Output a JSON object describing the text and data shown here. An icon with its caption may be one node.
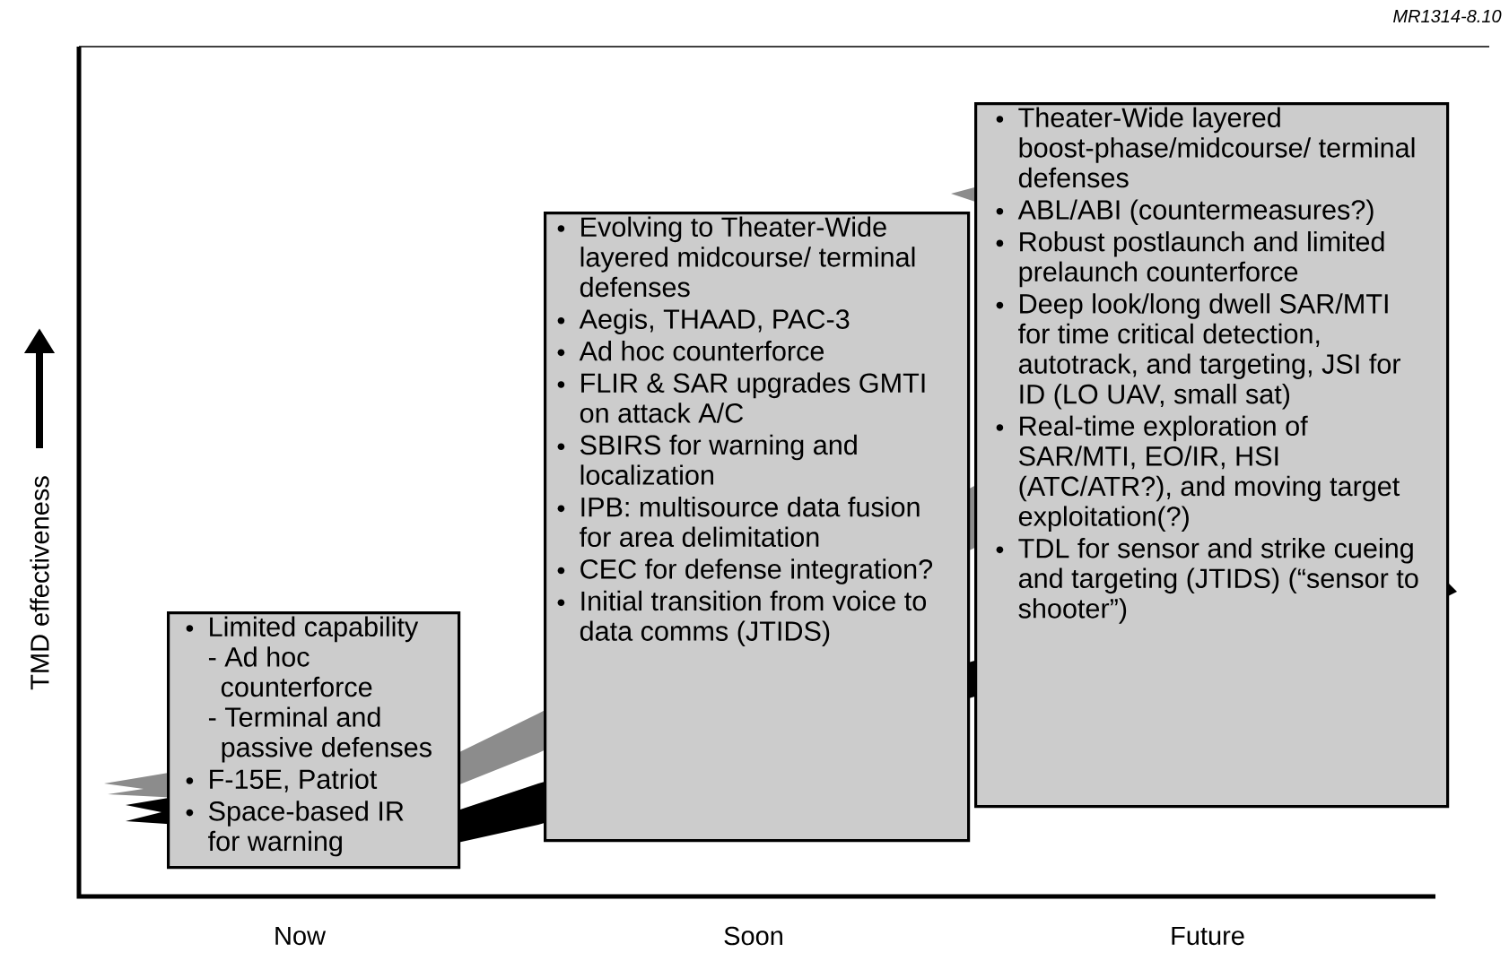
{
  "diagram": {
    "nodes": [
      {
        "text": [
          "Limited capability",
          "- Ad hoc counterforce",
          "- Terminal and passive defenses",
          "F-15E, Patriot",
          "Space-based IR for warning"
        ]
      },
      {
        "text": [
          "Evolving to Theater-Wide layered midcourse/ terminal defenses",
          "Aegis, THAAD, PAC-3",
          "Ad hoc counterforce",
          "FLIR & SAR upgrades GMTI on attack A/C",
          "SBIRS for warning and localization",
          "IPB: multisource data fusion for area delimitation",
          "CEC for defense integration?",
          "Initial transition from voice to data comms (JTIDS)"
        ]
      },
      {
        "text": [
          "Theater-Wide layered boost-phase/midcourse/ terminal defenses",
          "ABL/ABI (countermeasures?)",
          "Robust postlaunch and limited prelaunch counterforce",
          "Deep look/long dwell SAR/MTI for time critical detection, autotrack, and targeting, JSI for ID (LO UAV, small sat)",
          "Real-time exploration of SAR/MTI, EO/IR, HSI (ATC/ATR?), and moving target exploitation(?)",
          "TDL for sensor and strike cueing and targeting (JTIDS) (“sensor to shooter”)"
        ]
      }
    ],
    "labels": [
      "*MR1314-8.10*",
      "TMD effectiveness",
      "Now",
      "Soon",
      "Future"
    ]
  }
}
